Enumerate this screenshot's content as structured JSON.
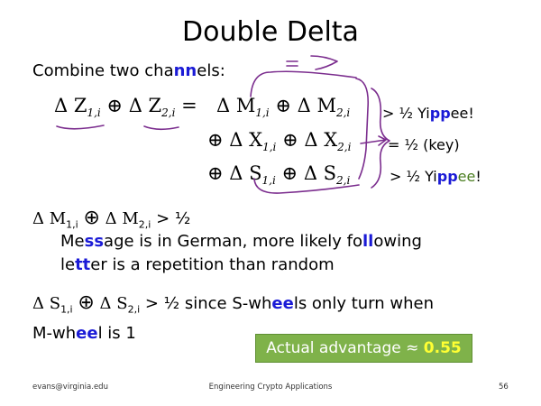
{
  "slide": {
    "title": "Double Delta",
    "intro": {
      "a": "Combine two cha",
      "b": "nn",
      "c": "els:"
    },
    "eq_rows": [
      {
        "lhs": [
          "Δ Z",
          "1,i",
          "⊕",
          "Δ Z",
          "2,i",
          "="
        ],
        "rhs": [
          "Δ M",
          "1,i",
          "⊕",
          "Δ M",
          "2,i"
        ],
        "result": {
          "a": "> ½  Yi",
          "b": "pp",
          "c": "ee!"
        }
      },
      {
        "rhs": [
          "⊕",
          "Δ X",
          "1,i",
          "⊕",
          "Δ X",
          "2,i"
        ],
        "result": {
          "a": "= ½  (key)"
        }
      },
      {
        "rhs": [
          "⊕",
          "Δ S",
          "1,i",
          "⊕",
          "Δ S",
          "2,i"
        ],
        "result": {
          "a": "> ½ Yi",
          "b": "pp",
          "c": "ee",
          "d": "!"
        }
      }
    ],
    "m_claim": {
      "d1": "Δ M",
      "s1": "1,i",
      "op": "⊕",
      "d2": "Δ M",
      "s2": "2,i",
      "tail": " > ½"
    },
    "m_reason": {
      "l1a": "Me",
      "l1b": "ss",
      "l1c": "age is in German, more likely fo",
      "l1d": "ll",
      "l1e": "owing",
      "l2a": "le",
      "l2b": "tt",
      "l2c": "er is a repetition than random"
    },
    "s_claim": {
      "d1": "Δ S",
      "s1": "1,i",
      "op": "⊕",
      "d2": "Δ S",
      "s2": "2,i",
      "t1": " > ½ since S-wh",
      "t2": "ee",
      "t3": "ls only turn when",
      "l2a": "M-wh",
      "l2b": "ee",
      "l2c": "l is 1"
    },
    "badge": {
      "text": "Actual advantage ≈ ",
      "value": "0.55"
    },
    "footer": {
      "left": "evans@virginia.edu",
      "center": "Engineering Crypto Applications",
      "right": "56"
    },
    "colors": {
      "ink": "#7b2d8e",
      "badge_bg": "#7fb24a",
      "highlight_blue": "#1a1ad6",
      "highlight_green": "#4a7d1f"
    }
  }
}
